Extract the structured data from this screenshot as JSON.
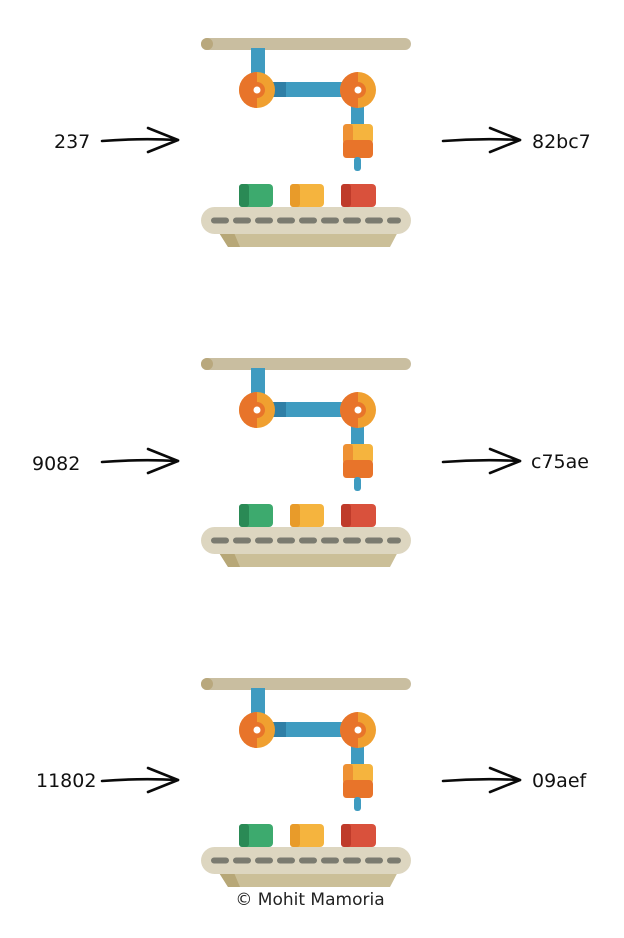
{
  "rows": [
    {
      "input": "237",
      "output": "82bc7"
    },
    {
      "input": "9082",
      "output": "c75ae"
    },
    {
      "input": "11802",
      "output": "09aef"
    }
  ],
  "credit": "© Mohit Mamoria",
  "colors": {
    "rail": "#c9bea0",
    "rail_dark": "#b9a87d",
    "arm": "#3f9bc0",
    "arm_dark": "#2f7fa6",
    "joint": "#f0a030",
    "joint_inner": "#e8742a",
    "gripper_top": "#f5b43e",
    "gripper_bottom": "#e8742a",
    "box_green": "#3daa6e",
    "box_orange": "#f5b43e",
    "box_red": "#d9513c",
    "belt": "#ddd6c0",
    "belt_base": "#cbbf98",
    "belt_dash": "#7b7b70"
  },
  "icon": "factory-robot-arm-icon"
}
